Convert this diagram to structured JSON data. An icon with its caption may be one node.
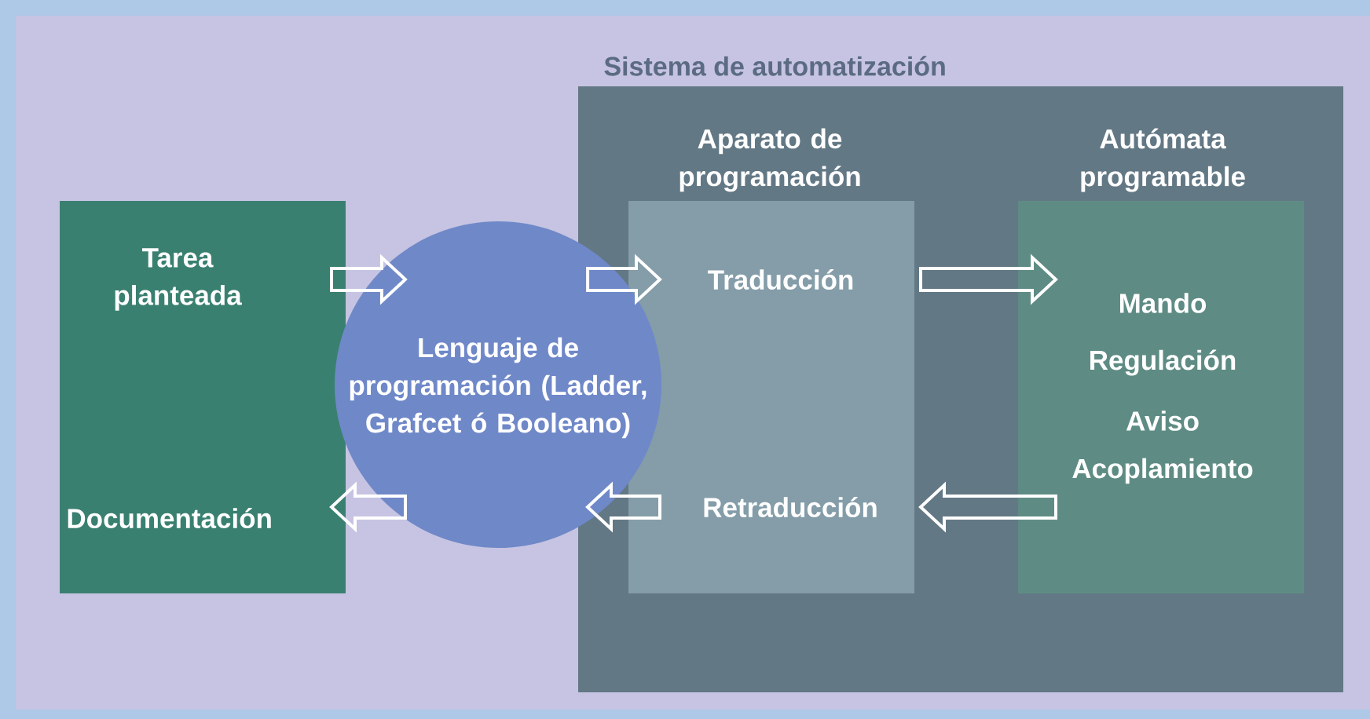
{
  "diagram": {
    "nodes": [
      {
        "text": [
          "Sistema de automatización"
        ]
      },
      {
        "text": [
          "Aparato de programación"
        ],
        "in": 0
      },
      {
        "text": [
          "Traducción"
        ],
        "in": 1
      },
      {
        "text": [
          "Retraducción"
        ],
        "in": 1
      },
      {
        "text": [
          "Autómata programable",
          "Mando",
          "Regulación",
          "Aviso",
          "Acoplamiento"
        ],
        "in": 0
      },
      {
        "text": [
          "Tarea planteada",
          "Documentación"
        ]
      },
      {
        "text": [
          "Lenguaje de programación (Ladder, Grafcet ó Booleano)"
        ]
      }
    ],
    "edges": [
      {
        "from": 5,
        "to": 6,
        "arrow": "to"
      },
      {
        "from": 6,
        "to": 2,
        "arrow": "to"
      },
      {
        "from": 2,
        "to": 4,
        "arrow": "to"
      },
      {
        "from": 4,
        "to": 3,
        "arrow": "to"
      },
      {
        "from": 3,
        "to": 6,
        "arrow": "to"
      },
      {
        "from": 6,
        "to": 5,
        "arrow": "to"
      }
    ]
  }
}
